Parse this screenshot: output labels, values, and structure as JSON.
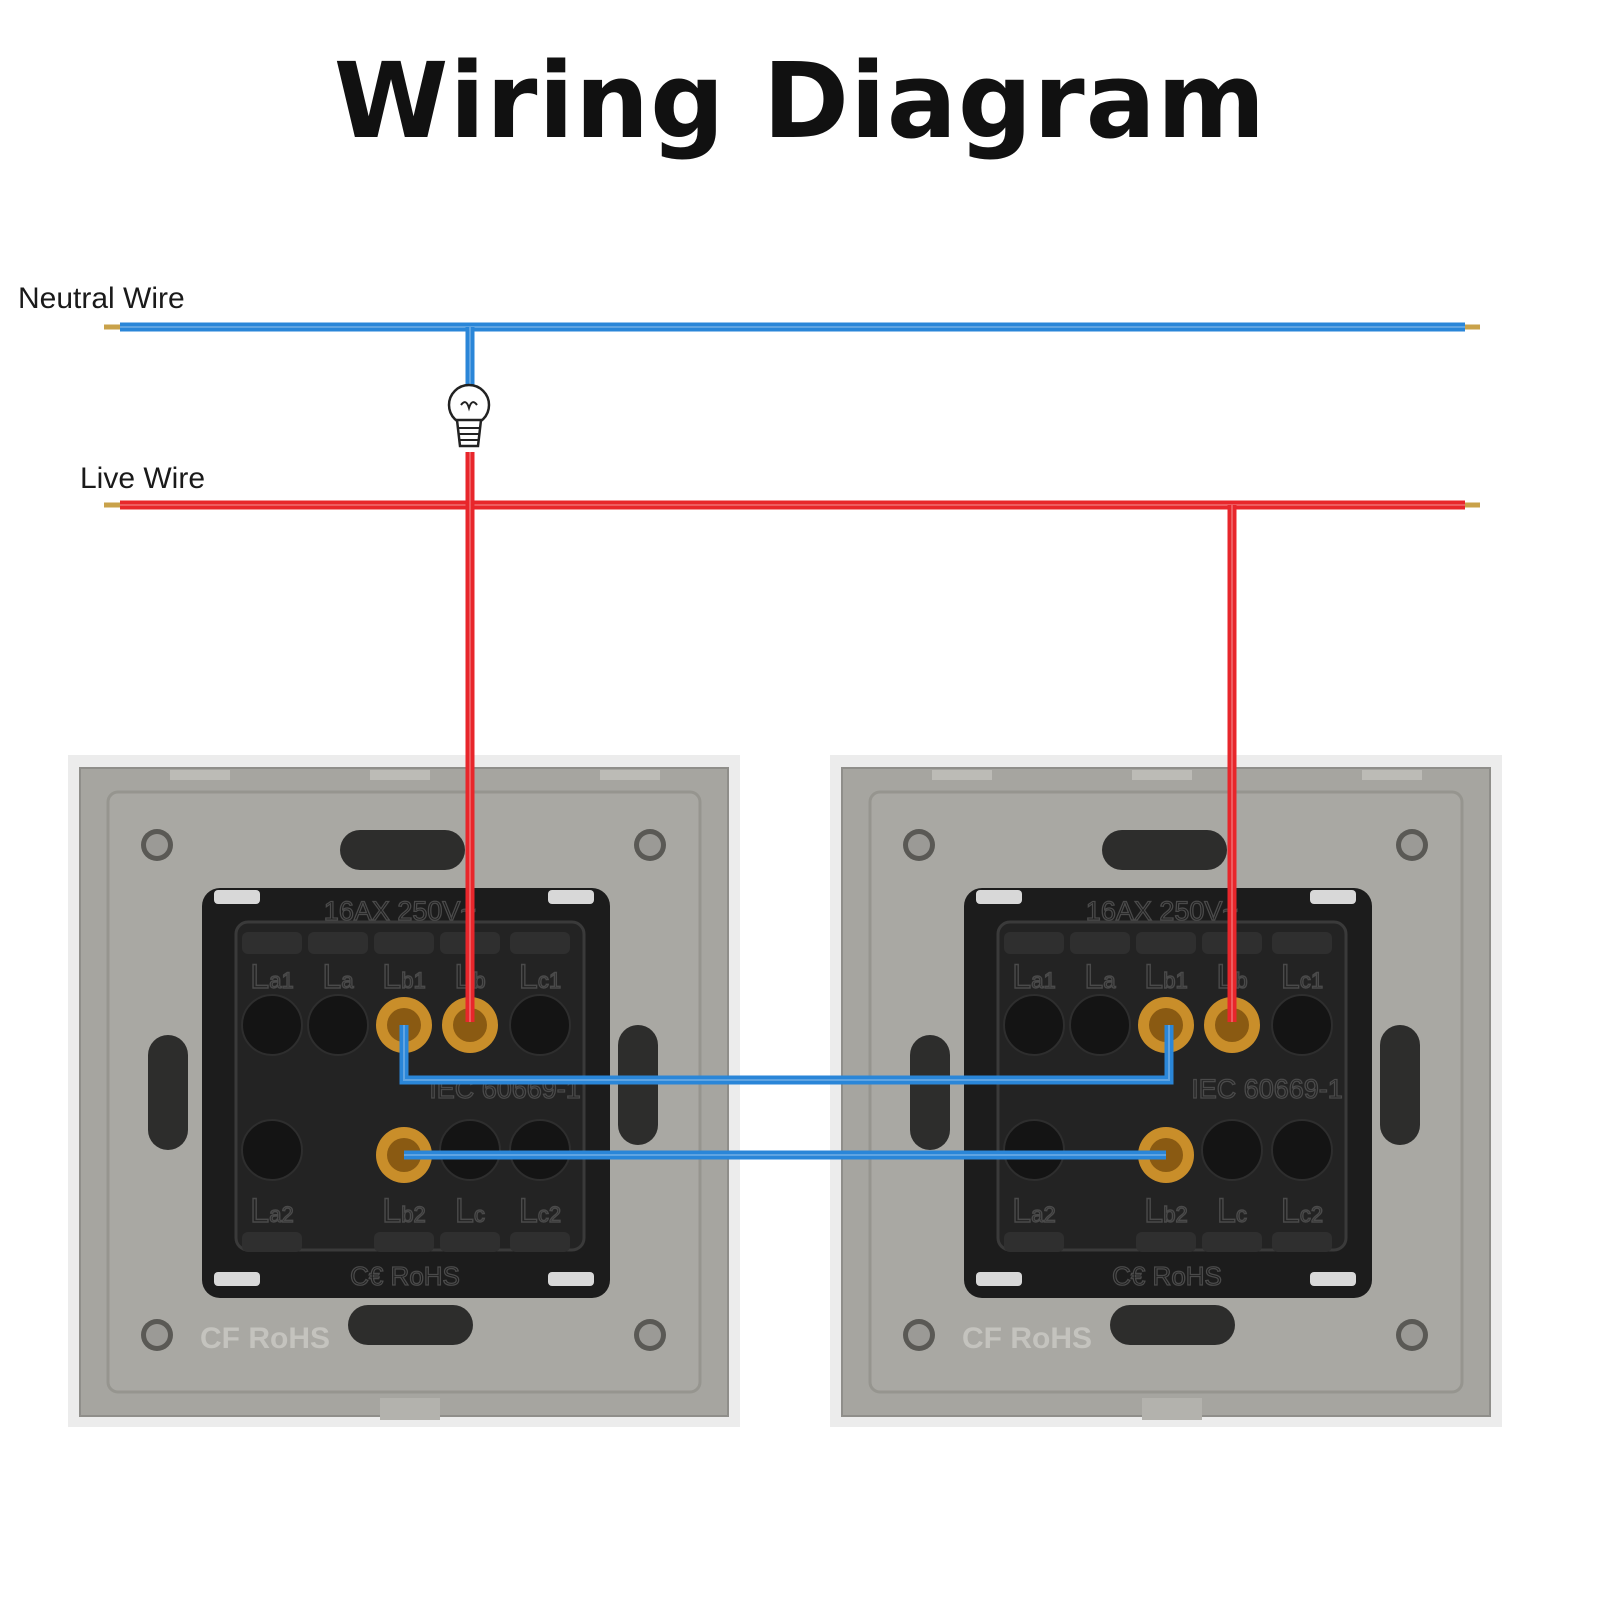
{
  "title": "Wiring Diagram",
  "labels": {
    "neutral": "Neutral Wire",
    "live": "Live Wire"
  },
  "switch": {
    "rating": "16AX 250V~",
    "standard": "IEC 60669-1",
    "cert_inner": "C€ RoHS",
    "cert_outer": "CF RoHS",
    "top_terminals": [
      "La1",
      "La",
      "Lb1",
      "Lb",
      "Lc1"
    ],
    "bottom_terminals": [
      "La2",
      "Lb2",
      "Lc",
      "Lc2"
    ]
  },
  "colors": {
    "neutral": "#2a86d8",
    "live": "#e8262b",
    "plate": "#ececec",
    "frame": "#a6a5a0",
    "module": "#1c1c1c",
    "brass": "#c98e2a",
    "wire_end": "#c9a24a"
  },
  "icons": {
    "lamp": "light-bulb-icon"
  }
}
